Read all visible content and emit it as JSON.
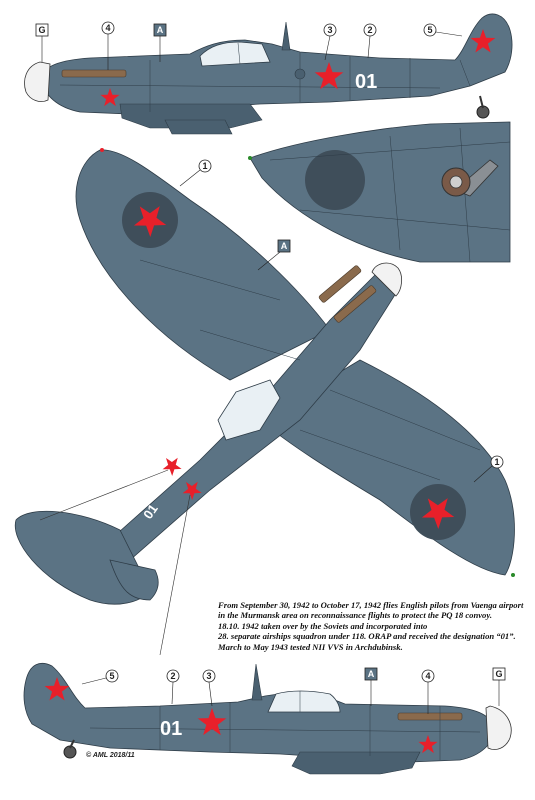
{
  "colors": {
    "airframe": "#5b7384",
    "airframe_shadow": "#4a6070",
    "panel_line": "#2e3c47",
    "star_red": "#e8202a",
    "exhaust_brown": "#8a6a4c",
    "canopy": "#e9f0f4",
    "spinner": "#f2f2f2",
    "roundel_dark": "#3f4e5a",
    "callout_box": "#5b7384"
  },
  "aircraft_code": "01",
  "callouts": {
    "g": "G",
    "a": "A",
    "n1": "1",
    "n2": "2",
    "n3": "3",
    "n4": "4",
    "n5": "5"
  },
  "caption_lines": [
    "From September 30, 1942 to October 17, 1942 flies English pilots from Vaenga airport",
    "in the Murmansk area on reconnaissance flights to protect the PQ 18 convoy.",
    "18.10. 1942 taken over by the Soviets and incorporated into",
    "28. separate airships squadron under 118. ORAP and received the designation “01”.",
    "March to May 1943 tested NII VVS in Archdubinsk."
  ],
  "copyright": "© AML 2018/11"
}
